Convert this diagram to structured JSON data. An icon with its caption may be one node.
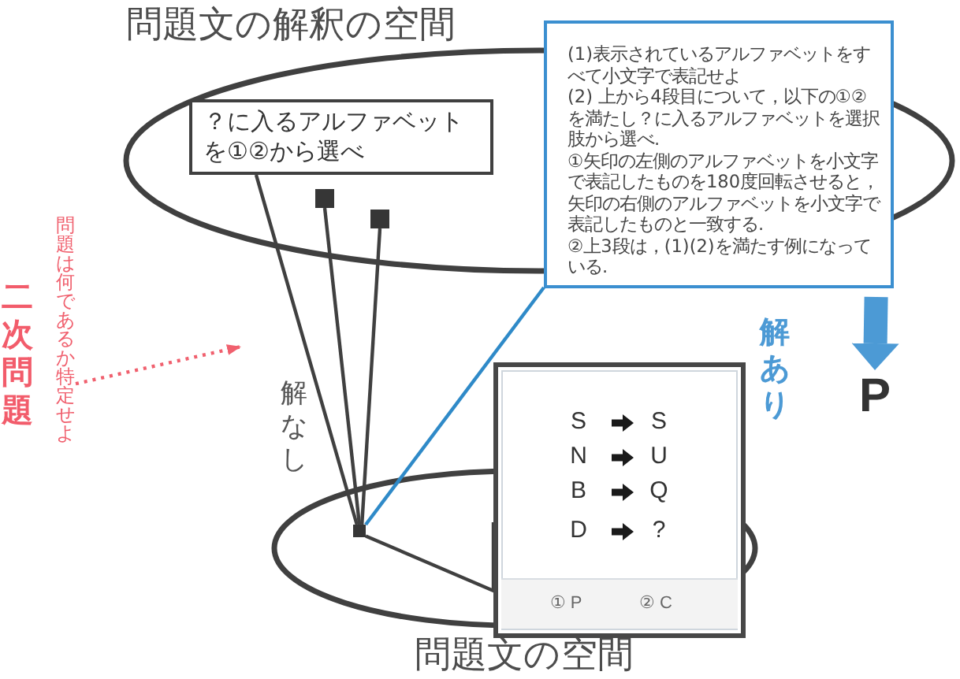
{
  "diagram": {
    "nodes": [
      {
        "text": [
          "問題文の解釈の空間"
        ]
      },
      {
        "text": [
          "？に入るアルファベットを①②から選べ"
        ],
        "in": 0
      },
      {
        "text": [],
        "shape": "box",
        "in": 0
      },
      {
        "text": [],
        "shape": "box",
        "in": 0
      },
      {
        "text": [
          "(1)表示されているアルファベットをすべて小文字で表記せよ",
          "(2) 上から4段目について，以下の①②を満たし？に入るアルファベットを選択肢から選べ.",
          "①矢印の左側のアルファベットを小文字で表記したものを180度回転させると，矢印の右側のアルファベットを小文字で表記したものと一致する.",
          "②上3段は，(1)(2)を満たす例になっている."
        ]
      },
      {
        "text": [
          "問題は何であるか特定せよ"
        ]
      },
      {
        "text": [
          "P"
        ]
      },
      {
        "text": [
          "問題文の空間"
        ]
      },
      {
        "text": [],
        "shape": "box",
        "in": 7
      },
      {
        "text": [
          "S",
          "S",
          "N",
          "U",
          "B",
          "Q",
          "D",
          "?"
        ]
      },
      {
        "text": [
          "① P",
          "② C"
        ]
      }
    ],
    "edges": [
      {
        "from": 8,
        "to": 1,
        "arrow": "none",
        "label": "解なし"
      },
      {
        "from": 8,
        "to": 2,
        "arrow": "none"
      },
      {
        "from": 8,
        "to": 3,
        "arrow": "none"
      },
      {
        "from": 4,
        "to": 8,
        "arrow": "none",
        "color": "#2f8ac8"
      },
      {
        "from": 9,
        "to": 8,
        "arrow": "none"
      },
      {
        "from": 4,
        "to": 6,
        "arrow": "to",
        "style": "thick",
        "color": "#4c9ad5",
        "label": "解あり"
      },
      {
        "from": 5,
        "to": null,
        "arrow": "to",
        "style": "dashed",
        "color": "#f0606e"
      }
    ],
    "labels": [
      "二次問題"
    ]
  }
}
